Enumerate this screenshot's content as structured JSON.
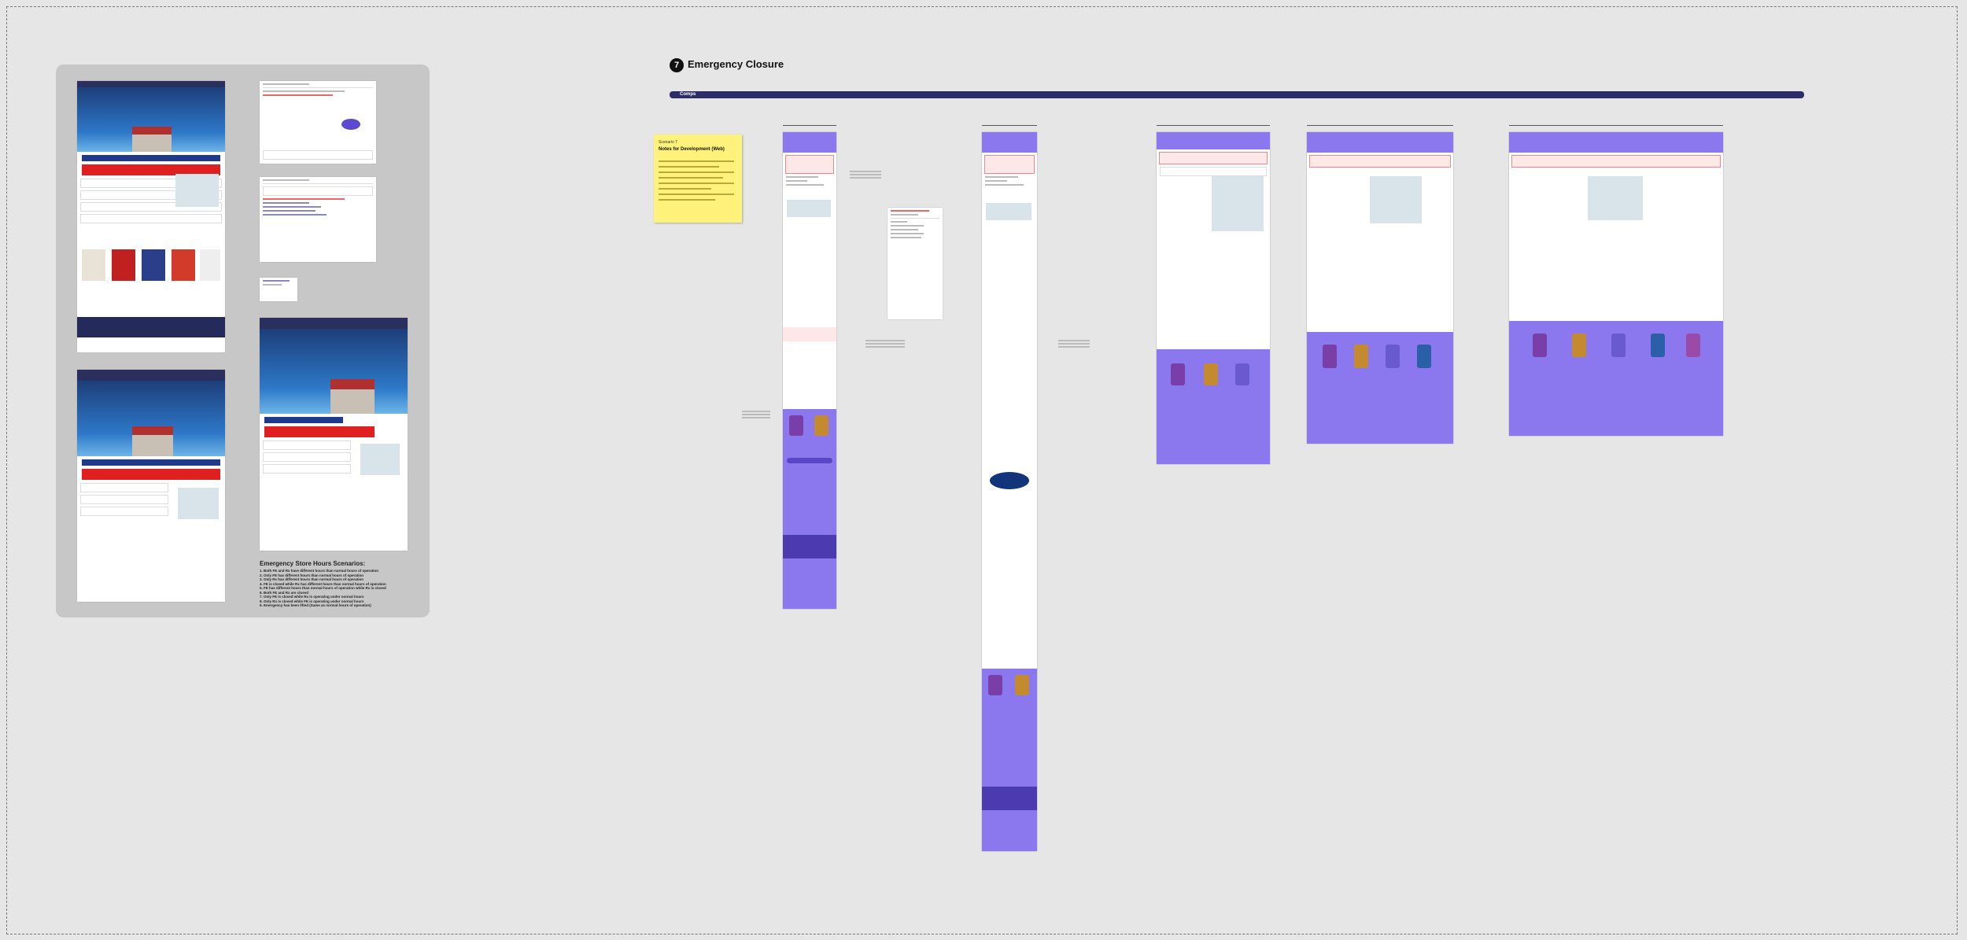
{
  "title": {
    "number": "7",
    "text": "Emergency Closure"
  },
  "comps_label": "Comps",
  "sticky": {
    "scenario": "Scenario 7",
    "heading": "Notes for Development (Web)"
  },
  "scenario_box": {
    "heading": "Emergency Store Hours Scenarios:",
    "items": [
      "1. Both FE and Rx have different hours than normal hours of operation",
      "2. Only FE has different hours than normal hours of operation",
      "3. Only Rx has different hours than normal hours of operation",
      "4. FE is closed while Rx has different hours than normal hours of operation",
      "5. FE has different hours than normal hours of operation while Rx is closed",
      "6. Both FE and Rx are closed",
      "7. Only FE is closed while Rx is operating under normal hours",
      "8. Only Rx is closed while FE is operating under normal hours",
      "9. Emergency has been lifted (Same as normal hours of operation)"
    ]
  },
  "colors": {
    "purple": "#8c78ee",
    "navy": "#2c2c68",
    "alert_red": "#e02020",
    "sticky_yellow": "#fff27a"
  }
}
